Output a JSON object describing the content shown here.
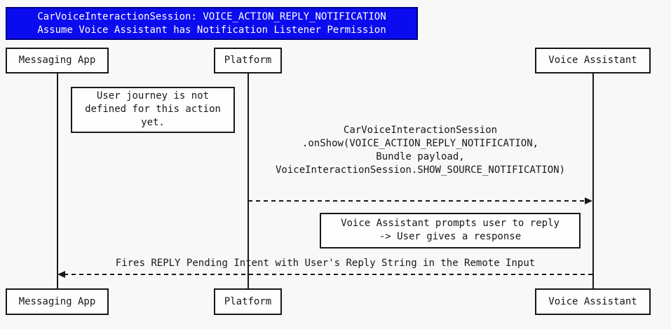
{
  "diagram": {
    "type": "sequence-diagram",
    "title": {
      "line1": "CarVoiceInteractionSession: VOICE_ACTION_REPLY_NOTIFICATION",
      "line2": "Assume Voice Assistant has Notification Listener Permission"
    },
    "participants": [
      {
        "name": "Messaging App"
      },
      {
        "name": "Platform"
      },
      {
        "name": "Voice Assistant"
      }
    ],
    "notes": [
      {
        "over": "Messaging App / Platform",
        "line1": "User journey is not",
        "line2": "defined for this action",
        "line3": "yet."
      },
      {
        "over": "Voice Assistant",
        "line1": "Voice Assistant prompts user to reply",
        "line2": "-> User gives a response"
      }
    ],
    "messages": [
      {
        "from": "Platform",
        "to": "Voice Assistant",
        "style": "dashed",
        "line1": "CarVoiceInteractionSession",
        "line2": ".onShow(VOICE_ACTION_REPLY_NOTIFICATION,",
        "line3": "Bundle payload,",
        "line4": "VoiceInteractionSession.SHOW_SOURCE_NOTIFICATION)"
      },
      {
        "from": "Voice Assistant",
        "to": "Messaging App",
        "style": "dashed",
        "line1": "Fires REPLY Pending Intent with User's Reply String in the Remote Input"
      }
    ],
    "colors": {
      "page_bg": "#f8f8f8",
      "title_bg": "#0b0bf0",
      "title_border": "#00007f",
      "title_text": "#ffffff",
      "box_bg": "#fefefe",
      "line": "#181818"
    }
  }
}
